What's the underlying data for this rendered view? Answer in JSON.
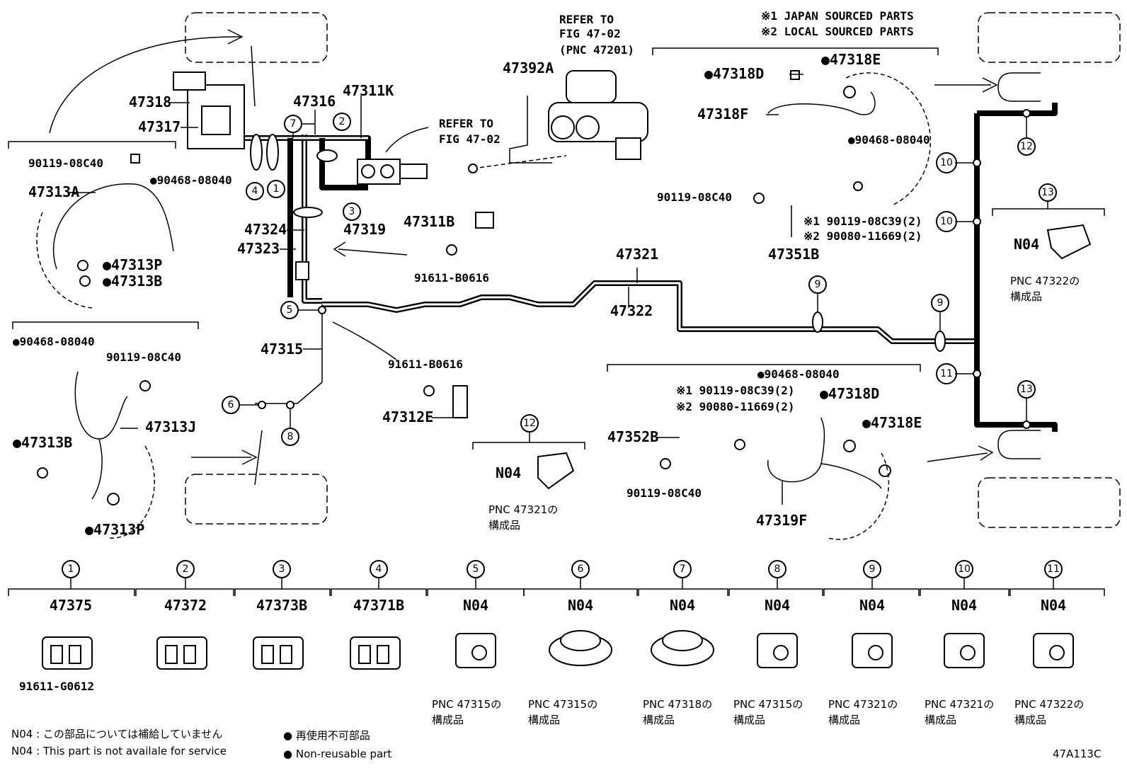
{
  "header_notes": {
    "japan": "※1 JAPAN SOURCED PARTS",
    "local": "※2 LOCAL SOURCED PARTS"
  },
  "refer_top": [
    "REFER TO",
    "FIG 47-02",
    "(PNC 47201)"
  ],
  "refer_mid": [
    "REFER TO",
    "FIG 47-02"
  ],
  "labels": {
    "p47318": "47318",
    "p47317": "47317",
    "p47316": "47316",
    "p47311K": "47311K",
    "p47392A": "47392A",
    "p90119_a": "90119-08C40",
    "p90468_a": "●90468-08040",
    "p47313A": "47313A",
    "p47313P_a": "●47313P",
    "p47313B_a": "●47313B",
    "p47324": "47324",
    "p47323": "47323",
    "p47319": "47319",
    "p47311B": "47311B",
    "p91611_a": "91611-B0616",
    "p47315": "47315",
    "p91611_b": "91611-B0616",
    "p47312E": "47312E",
    "p90468_b": "●90468-08040",
    "p90119_b": "90119-08C40",
    "p47313J": "47313J",
    "p47313B_b": "●47313B",
    "p47313P_b": "●47313P",
    "p47321": "47321",
    "p47322": "47322",
    "p47318E_a": "●47318E",
    "p47318D_a": "●47318D",
    "p47318F": "47318F",
    "p90468_c": "●90468-08040",
    "p90119_c": "90119-08C40",
    "p90119_08C39_a": "※1 90119-08C39(2)",
    "p90080_a": "※2 90080-11669(2)",
    "p47351B": "47351B",
    "p90468_d": "●90468-08040",
    "p90119_08C39_b": "※1 90119-08C39(2)",
    "p90080_b": "※2 90080-11669(2)",
    "p47318D_b": "●47318D",
    "p47318E_b": "●47318E",
    "p47352B": "47352B",
    "p90119_d": "90119-08C40",
    "p47319F": "47319F",
    "n04_12": "N04",
    "pnc_12_a": "PNC 47321の",
    "pnc_12_b": "構成品",
    "n04_13": "N04",
    "pnc_13_a": "PNC 47322の",
    "pnc_13_b": "構成品"
  },
  "callouts": [
    "1",
    "2",
    "3",
    "4",
    "5",
    "6",
    "7",
    "8",
    "9",
    "10",
    "11",
    "12",
    "13"
  ],
  "legend_parts": [
    {
      "num": "1",
      "part": "47375",
      "extra": "91611-G0612",
      "note1": "",
      "note2": ""
    },
    {
      "num": "2",
      "part": "47372",
      "extra": "",
      "note1": "",
      "note2": ""
    },
    {
      "num": "3",
      "part": "47373B",
      "extra": "",
      "note1": "",
      "note2": ""
    },
    {
      "num": "4",
      "part": "47371B",
      "extra": "",
      "note1": "",
      "note2": ""
    },
    {
      "num": "5",
      "part": "N04",
      "extra": "",
      "note1": "PNC 47315の",
      "note2": "構成品"
    },
    {
      "num": "6",
      "part": "N04",
      "extra": "",
      "note1": "PNC 47315の",
      "note2": "構成品"
    },
    {
      "num": "7",
      "part": "N04",
      "extra": "",
      "note1": "PNC 47318の",
      "note2": "構成品"
    },
    {
      "num": "8",
      "part": "N04",
      "extra": "",
      "note1": "PNC 47315の",
      "note2": "構成品"
    },
    {
      "num": "9",
      "part": "N04",
      "extra": "",
      "note1": "PNC 47321の",
      "note2": "構成品"
    },
    {
      "num": "10",
      "part": "N04",
      "extra": "",
      "note1": "PNC 47321の",
      "note2": "構成品"
    },
    {
      "num": "11",
      "part": "N04",
      "extra": "",
      "note1": "PNC 47322の",
      "note2": "構成品"
    }
  ],
  "footer": {
    "n04_jp": "N04 : この部品については補給していません",
    "n04_en": "N04 : This part is not availale for service",
    "nonreuse_jp": "● 再使用不可部品",
    "nonreuse_en": "● Non-reusable part",
    "figure_code": "47A113C"
  }
}
